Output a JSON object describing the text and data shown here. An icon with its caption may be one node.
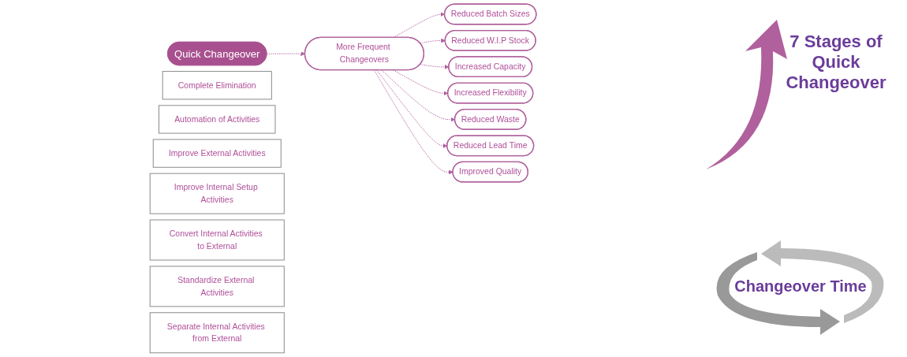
{
  "diagram": {
    "nodes": [
      {
        "text": [
          "Quick Changeover"
        ]
      },
      {
        "text": [
          "Reduced Batch Sizes"
        ]
      },
      {
        "text": [
          "Reduced W.I.P Stock"
        ]
      },
      {
        "text": [
          "Increased Capacity"
        ]
      },
      {
        "text": [
          "More Frequent Changeovers"
        ]
      },
      {
        "text": [
          "Increased Flexibility"
        ]
      },
      {
        "text": [
          "Reduced Waste"
        ]
      },
      {
        "text": [
          "Reduced Lead Time"
        ]
      },
      {
        "text": [
          "Improved Quality"
        ]
      },
      {
        "text": [
          "Complete Elimination"
        ]
      },
      {
        "text": [
          "Automation of Activities"
        ]
      },
      {
        "text": [
          "Improve External Activities"
        ]
      },
      {
        "text": [
          "Improve Internal Setup Activities"
        ]
      },
      {
        "text": [
          "Convert Internal Activities to External"
        ]
      },
      {
        "text": [
          "Standardize External Activities"
        ]
      },
      {
        "text": [
          "Separate Internal Activities from External"
        ]
      }
    ],
    "edges": [
      {
        "from": 0,
        "to": 4,
        "arrow": "to",
        "style": "dashed"
      },
      {
        "from": 4,
        "to": 1,
        "arrow": "to",
        "style": "dashed"
      },
      {
        "from": 4,
        "to": 2,
        "arrow": "to",
        "style": "dashed"
      },
      {
        "from": 4,
        "to": 3,
        "arrow": "to",
        "style": "dashed"
      },
      {
        "from": 4,
        "to": 5,
        "arrow": "to",
        "style": "dashed"
      },
      {
        "from": 4,
        "to": 6,
        "arrow": "to",
        "style": "dashed"
      },
      {
        "from": 4,
        "to": 7,
        "arrow": "to",
        "style": "dashed"
      },
      {
        "from": 4,
        "to": 8,
        "arrow": "to",
        "style": "dashed"
      }
    ],
    "labels": [
      "7 Stages of Quick Changeover",
      "Changeover Time"
    ]
  }
}
